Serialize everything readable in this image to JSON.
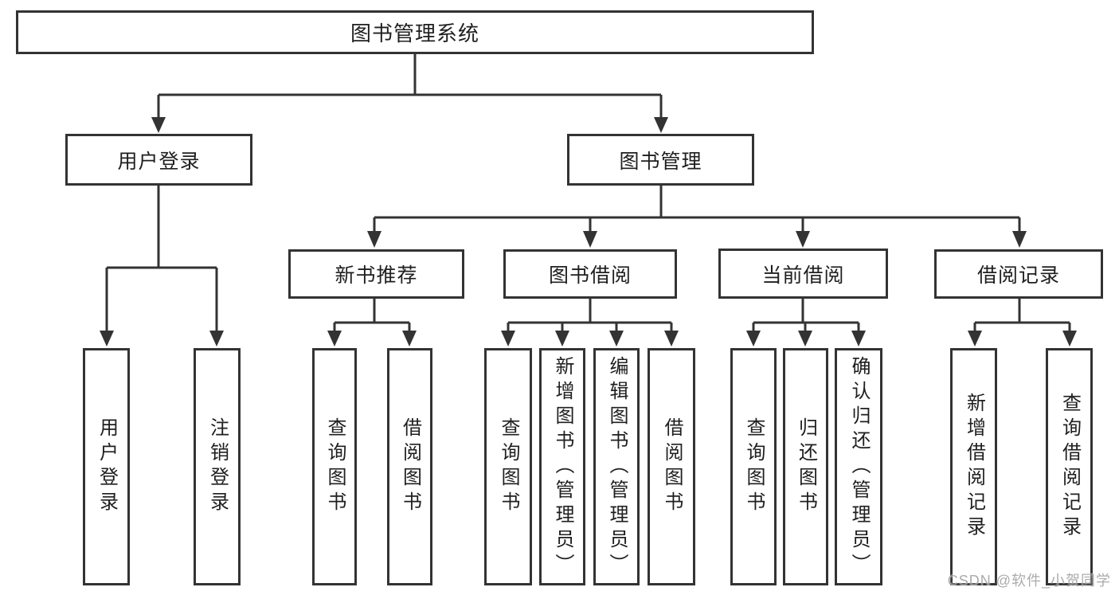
{
  "diagram_title": "图书管理系统",
  "nodes": {
    "root": {
      "label": "图书管理系统"
    },
    "user_login": {
      "label": "用户登录"
    },
    "book_mgmt": {
      "label": "图书管理"
    },
    "new_books": {
      "label": "新书推荐"
    },
    "book_borrow": {
      "label": "图书借阅"
    },
    "current_borrow": {
      "label": "当前借阅"
    },
    "borrow_records": {
      "label": "借阅记录"
    }
  },
  "leaves": {
    "user_login": [
      "用户登录",
      "注销登录"
    ],
    "new_books": [
      "查询图书",
      "借阅图书"
    ],
    "book_borrow": [
      "查询图书",
      "新增图书（管理员）",
      "编辑图书（管理员）",
      "借阅图书"
    ],
    "current_borrow": [
      "查询图书",
      "归还图书",
      "确认归还（管理员）"
    ],
    "borrow_records": [
      "新增借阅记录",
      "查询借阅记录"
    ]
  },
  "watermark": "CSDN @软件_小贺同学",
  "colors": {
    "line": "#333333",
    "text": "#1f1f1f",
    "box_bg": "#ffffff",
    "watermark": "#969696"
  }
}
